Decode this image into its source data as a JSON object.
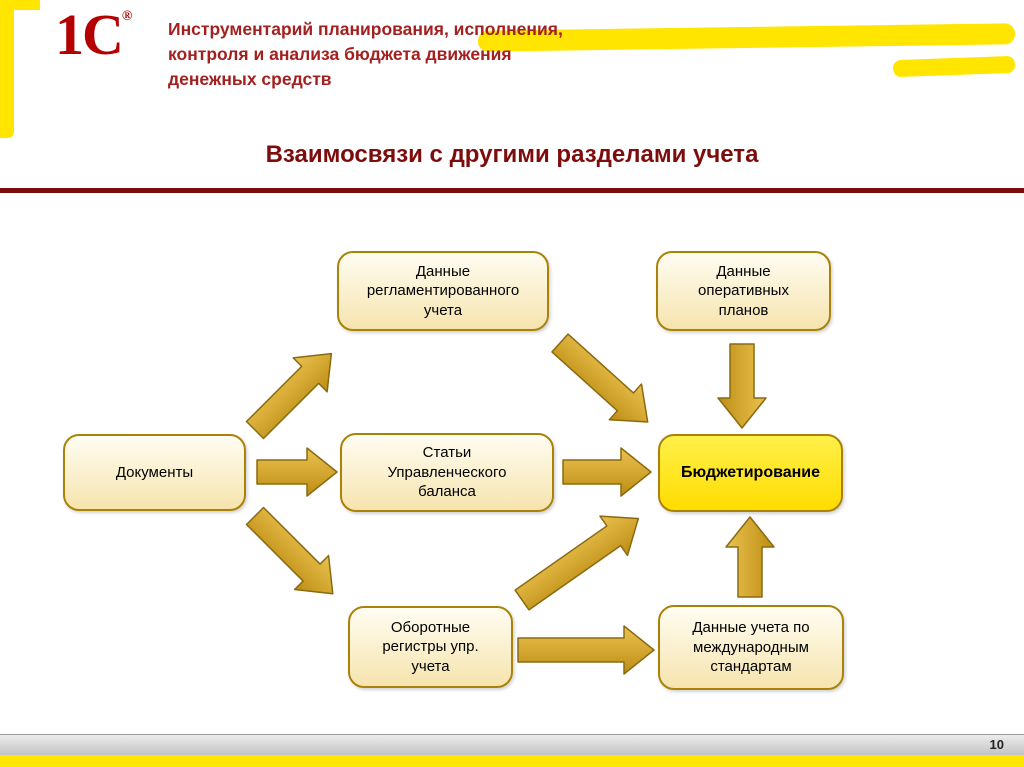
{
  "header": {
    "logo_text": "1С",
    "logo_reg": "®",
    "title": "Инструментарий планирования, исполнения,\nконтроля и анализа бюджета движения\nденежных средств"
  },
  "slide_title": "Взаимосвязи с другими разделами учета",
  "diagram": {
    "nodes": {
      "regl": "Данные\nрегламентированного\nучета",
      "oper": "Данные\nоперативных\nпланов",
      "docs": "Документы",
      "balance": "Статьи\nУправленческого\nбаланса",
      "budget": "Бюджетирование",
      "turnover": "Оборотные\nрегистры упр.\nучета",
      "ifrs": "Данные учета по\nмеждународным\nстандартам"
    },
    "edges": [
      "docs -> regl",
      "docs -> balance",
      "docs -> turnover",
      "regl -> budget",
      "balance -> budget",
      "turnover -> budget",
      "oper -> budget",
      "turnover -> ifrs",
      "ifrs -> budget"
    ]
  },
  "footer": {
    "page_number": "10"
  },
  "colors": {
    "accent_red": "#7d0d0d",
    "header_red": "#a32020",
    "highlight_yellow": "#ffe500",
    "box_border_gold": "#a9820a",
    "box_fill_top": "#fffdf2",
    "box_fill_bottom": "#f6e4ae",
    "budget_fill": "#ffe600",
    "arrow_gold": "#cf9a1d",
    "arrow_outline": "#8a6a10"
  }
}
